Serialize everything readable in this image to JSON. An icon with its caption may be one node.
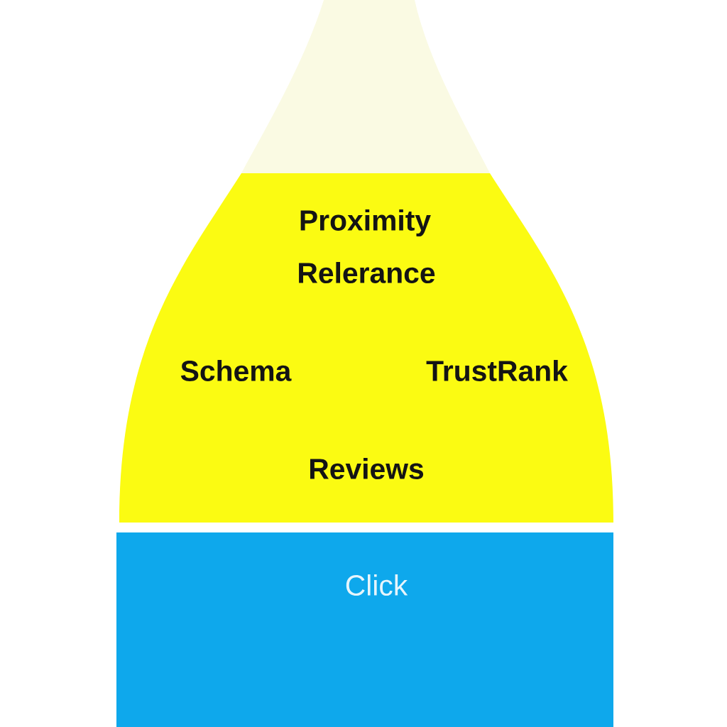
{
  "diagram": {
    "nodes": [
      {
        "text": [],
        "shape": "trapezoid"
      },
      {
        "text": [
          "Proximity",
          "Relerance",
          "Schema",
          "TrustRank",
          "Reviews"
        ]
      },
      {
        "text": [
          "Click"
        ]
      }
    ]
  }
}
